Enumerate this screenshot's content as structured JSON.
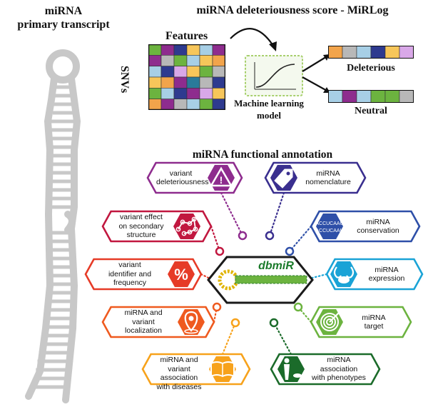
{
  "left_title": {
    "line1": "miRNA",
    "line2": "primary transcript"
  },
  "top_title": "miRNA deleteriousness score - MiRLog",
  "features_label": "Features",
  "snvs_label": "SNVs",
  "ml_label": {
    "line1": "Machine learning",
    "line2": "model"
  },
  "output_deleterious": "Deleterious",
  "output_neutral": "Neutral",
  "annotation_title": "miRNA functional annotation",
  "center_logo": "dbmiR",
  "conservation_icon_text": {
    "line1": "ACCUCAAU",
    "line2": "ACCUCAAU"
  },
  "annotations_left": [
    {
      "line1": "variant",
      "line2": "deleteriousness",
      "line3": "",
      "icon": "warning-icon",
      "color": "#8e2c8e"
    },
    {
      "line1": "variant effect",
      "line2": "on secondary",
      "line3": "structure",
      "icon": "rna-structure-icon",
      "color": "#c1173f"
    },
    {
      "line1": "variant",
      "line2": "identifier and",
      "line3": "frequency",
      "icon": "percent-icon",
      "color": "#e63b27"
    },
    {
      "line1": "miRNA and",
      "line2": "variant",
      "line3": "localization",
      "icon": "location-pin-icon",
      "color": "#ef5a1f"
    },
    {
      "line1": "miRNA and",
      "line2": "variant association",
      "line3": "with diseases",
      "icon": "book-icon",
      "color": "#f7a21b"
    }
  ],
  "annotations_right": [
    {
      "line1": "miRNA",
      "line2": "nomenclature",
      "line3": "",
      "icon": "tag-icon",
      "color": "#3a2f8f"
    },
    {
      "line1": "miRNA",
      "line2": "conservation",
      "line3": "",
      "icon": "sequence-icon",
      "color": "#2e4fa8"
    },
    {
      "line1": "miRNA",
      "line2": "expression",
      "line3": "",
      "icon": "organs-icon",
      "color": "#1aa3d6"
    },
    {
      "line1": "miRNA",
      "line2": "target",
      "line3": "",
      "icon": "target-icon",
      "color": "#6cb33f"
    },
    {
      "line1": "miRNA",
      "line2": "association",
      "line3": "with phenotypes",
      "icon": "human-silhouette-icon",
      "color": "#1b6b2a"
    }
  ]
}
